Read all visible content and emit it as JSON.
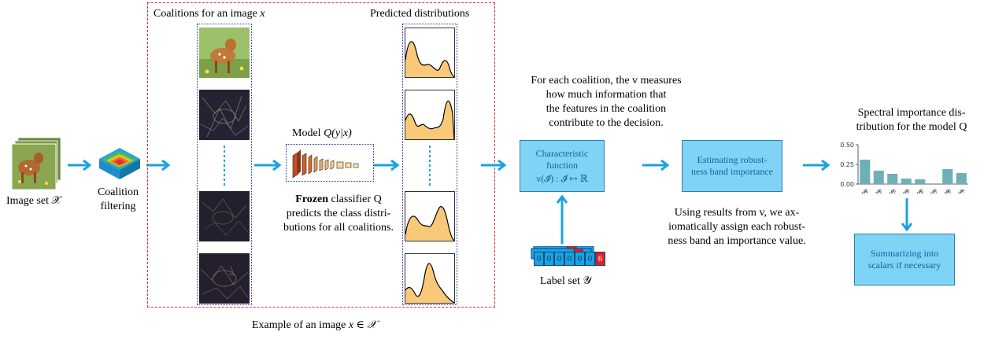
{
  "image_set_label": "Image set 𝒳",
  "coalition_filtering_label": [
    "Coalition",
    "filtering"
  ],
  "example_box": {
    "coalitions_title": "Coalitions for an image ",
    "coalitions_title_var": "x",
    "predicted_title": "Predicted distributions",
    "footer_prefix": "Example of an image ",
    "footer_math": "x ∈ 𝒳"
  },
  "model": {
    "title_prefix": "Model ",
    "title_math": "Q(y|x)",
    "caption_bold": "Frozen",
    "caption_lines": [
      " classifier Q",
      "predicts the class distri-",
      "butions for all coalitions."
    ]
  },
  "characteristic": {
    "line1": "Characteristic function",
    "line2": "v(𝓘̃)  :  𝓘̃  ↦  ℝ",
    "explain_lines": [
      "For each coalition, the v measures",
      "how much information that",
      "the features in the coalition",
      "contribute to the decision."
    ]
  },
  "label_set": {
    "label": "Label set 𝒴",
    "digits": [
      "0",
      "0",
      "0",
      "0",
      "0",
      "0",
      "6"
    ]
  },
  "estimating": {
    "lines": [
      "Estimating robust-",
      "ness band importance"
    ],
    "explain_lines": [
      "Using results from v, we ax-",
      "iomatically assign each robust-",
      "ness band an importance value."
    ]
  },
  "spectral": {
    "title_lines": [
      "Spectral importance dis-",
      "tribution for the model Q"
    ]
  },
  "summarizing": {
    "lines": [
      "Summarizing into",
      "scalars if necessary"
    ]
  },
  "chart_data": {
    "type": "bar",
    "categories": [
      "𝓘₀",
      "𝓘₁",
      "𝓘₂",
      "𝓘₃",
      "𝓘₄",
      "𝓘₅",
      "𝓘₆",
      "𝓘₇"
    ],
    "values": [
      0.31,
      0.17,
      0.13,
      0.07,
      0.06,
      0.0,
      0.19,
      0.14
    ],
    "ylim": [
      0,
      0.5
    ],
    "yticks": [
      "0.00",
      "0.25",
      "0.50"
    ],
    "bar_color": "#6fb0b5",
    "title": "",
    "xlabel": "",
    "ylabel": ""
  },
  "colors": {
    "arrow": "#1aa3e0",
    "box_fill": "#7fd4f5",
    "red_dashed": "#e03030",
    "blue_dotted": "#2233aa",
    "dist_fill": "#f9c97a"
  }
}
